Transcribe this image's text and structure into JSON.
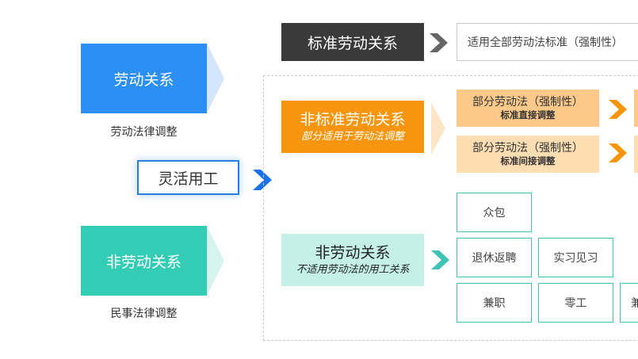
{
  "colors": {
    "blue": "#2b8ff5",
    "teal": "#33cdb5",
    "dark": "#3a3a3a",
    "orange": "#f7960e",
    "light_teal": "#c4f0e8",
    "peach_1": "#fcc98b",
    "peach_2": "#fdddb2",
    "teal_border": "#3fc1b5",
    "chevron_blue": "#1a73e8",
    "chevron_orange": "#f7960e",
    "chevron_teal": "#3fc1b5",
    "chevron_gray": "#666666"
  },
  "left": {
    "labor_relation": {
      "label": "劳动关系",
      "caption": "劳动法律调整"
    },
    "non_labor_relation": {
      "label": "非劳动关系",
      "caption": "民事法律调整"
    },
    "flexible_employment": {
      "label": "灵活用工"
    }
  },
  "top": {
    "standard": {
      "label": "标准劳动关系"
    },
    "standard_desc": {
      "text": "适用全部劳动法标准（强制性）"
    }
  },
  "middle": {
    "nonstandard": {
      "label": "非标准劳动关系",
      "sub": "部分适用于劳动法调整"
    },
    "partial_direct": {
      "main": "部分劳动法（强制性）",
      "sub": "标准直接调整"
    },
    "partial_indirect": {
      "main": "部分劳动法（强制性）",
      "sub": "标准间接调整"
    }
  },
  "bottom": {
    "non_labor": {
      "label": "非劳动关系",
      "sub": "不适用劳动法的用工关系"
    },
    "types": {
      "crowdsourcing": "众包",
      "retired_rehire": "退休返聘",
      "internship": "实习见习",
      "part_time": "兼职",
      "odd_job": "零工",
      "cut_off": "兼"
    }
  }
}
